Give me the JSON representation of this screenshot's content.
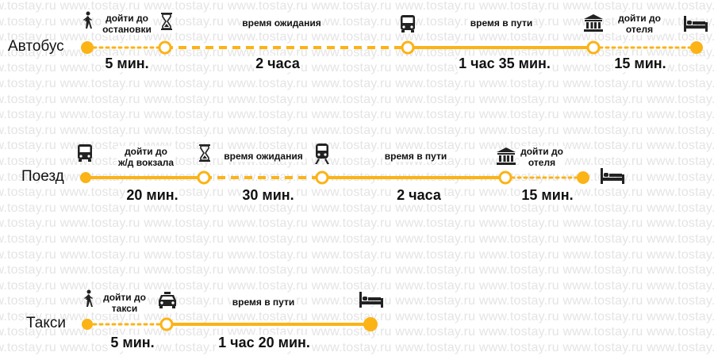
{
  "watermark": "www.tostay.ru",
  "colors": {
    "accent": "#fbb316",
    "icon": "#222222"
  },
  "routes": [
    {
      "mode": "Автобус",
      "segments": [
        {
          "caption": "дойти до\nостановки",
          "duration": "5 мин."
        },
        {
          "caption": "время ожидания",
          "duration": "2 часа"
        },
        {
          "caption": "время в пути",
          "duration": "1 час 35 мин."
        },
        {
          "caption": "дойти до\nотеля",
          "duration": "15 мин."
        }
      ],
      "icons": [
        "walk-icon",
        "hourglass-icon",
        "bus-icon",
        "hotel-icon",
        "bed-icon"
      ]
    },
    {
      "mode": "Поезд",
      "segments": [
        {
          "caption": "дойти до\nж/д вокзала",
          "duration": "20 мин."
        },
        {
          "caption": "время ожидания",
          "duration": "30 мин."
        },
        {
          "caption": "время в пути",
          "duration": "2 часа"
        },
        {
          "caption": "дойти до\nотеля",
          "duration": "15 мин."
        }
      ],
      "icons": [
        "bus-icon",
        "hourglass-icon",
        "train-icon",
        "hotel-icon",
        "bed-icon"
      ]
    },
    {
      "mode": "Такси",
      "segments": [
        {
          "caption": "дойти до\nтакси",
          "duration": "5 мин."
        },
        {
          "caption": "время в пути",
          "duration": "1 час 20 мин."
        }
      ],
      "icons": [
        "walk-icon",
        "taxi-icon",
        "bed-icon"
      ]
    }
  ]
}
